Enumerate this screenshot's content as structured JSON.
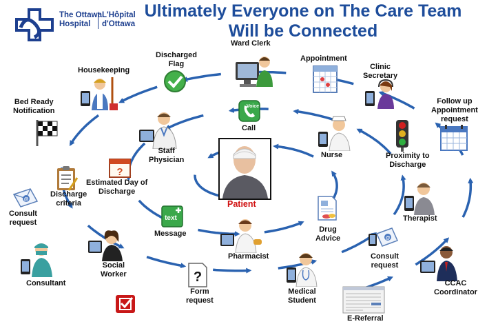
{
  "header": {
    "title_line1": "Ultimately Everyone on The Care Team",
    "title_line2": "Will be Connected",
    "logo": {
      "en_line1": "The Ottawa",
      "en_line2": "Hospital",
      "fr_line1": "L'Hôpital",
      "fr_line2": "d'Ottawa"
    }
  },
  "labels": {
    "ward_clerk": "Ward Clerk",
    "discharged_flag_l1": "Discharged",
    "discharged_flag_l2": "Flag",
    "appointment": "Appointment",
    "housekeeping": "Housekeeping",
    "clinic_secretary_l1": "Clinic",
    "clinic_secretary_l2": "Secretary",
    "bed_ready_l1": "Bed Ready",
    "bed_ready_l2": "Notification",
    "follow_up_l1": "Follow up",
    "follow_up_l2": "Appointment",
    "follow_up_l3": "request",
    "call": "Call",
    "staff_physician_l1": "Staff",
    "staff_physician_l2": "Physician",
    "nurse": "Nurse",
    "proximity_l1": "Proximity to",
    "proximity_l2": "Discharge",
    "estimated_day_l1": "Estimated Day of",
    "estimated_day_l2": "Discharge",
    "discharge_criteria_l1": "Discharge",
    "discharge_criteria_l2": "criteria",
    "patient": "Patient",
    "consult_request_left_l1": "Consult",
    "consult_request_left_l2": "request",
    "therapist": "Therapist",
    "message": "Message",
    "drug_advice_l1": "Drug",
    "drug_advice_l2": "Advice",
    "pharmacist": "Pharmacist",
    "consult_request_right_l1": "Consult",
    "consult_request_right_l2": "request",
    "social_worker_l1": "Social",
    "social_worker_l2": "Worker",
    "consultant": "Consultant",
    "form_request_l1": "Form",
    "form_request_l2": "request",
    "medical_student_l1": "Medical",
    "medical_student_l2": "Student",
    "ccac_l1": "CCAC",
    "ccac_l2": "Coordinator",
    "e_referral": "E-Referral"
  },
  "icons": {
    "call_badge_text": "Voice",
    "message_badge_text": "text",
    "form_badge_text": "?"
  },
  "colors": {
    "title": "#1e4d9b",
    "spiral": "#2a62b0",
    "patient_label": "#d01010",
    "logo": "#1d3f8f"
  }
}
